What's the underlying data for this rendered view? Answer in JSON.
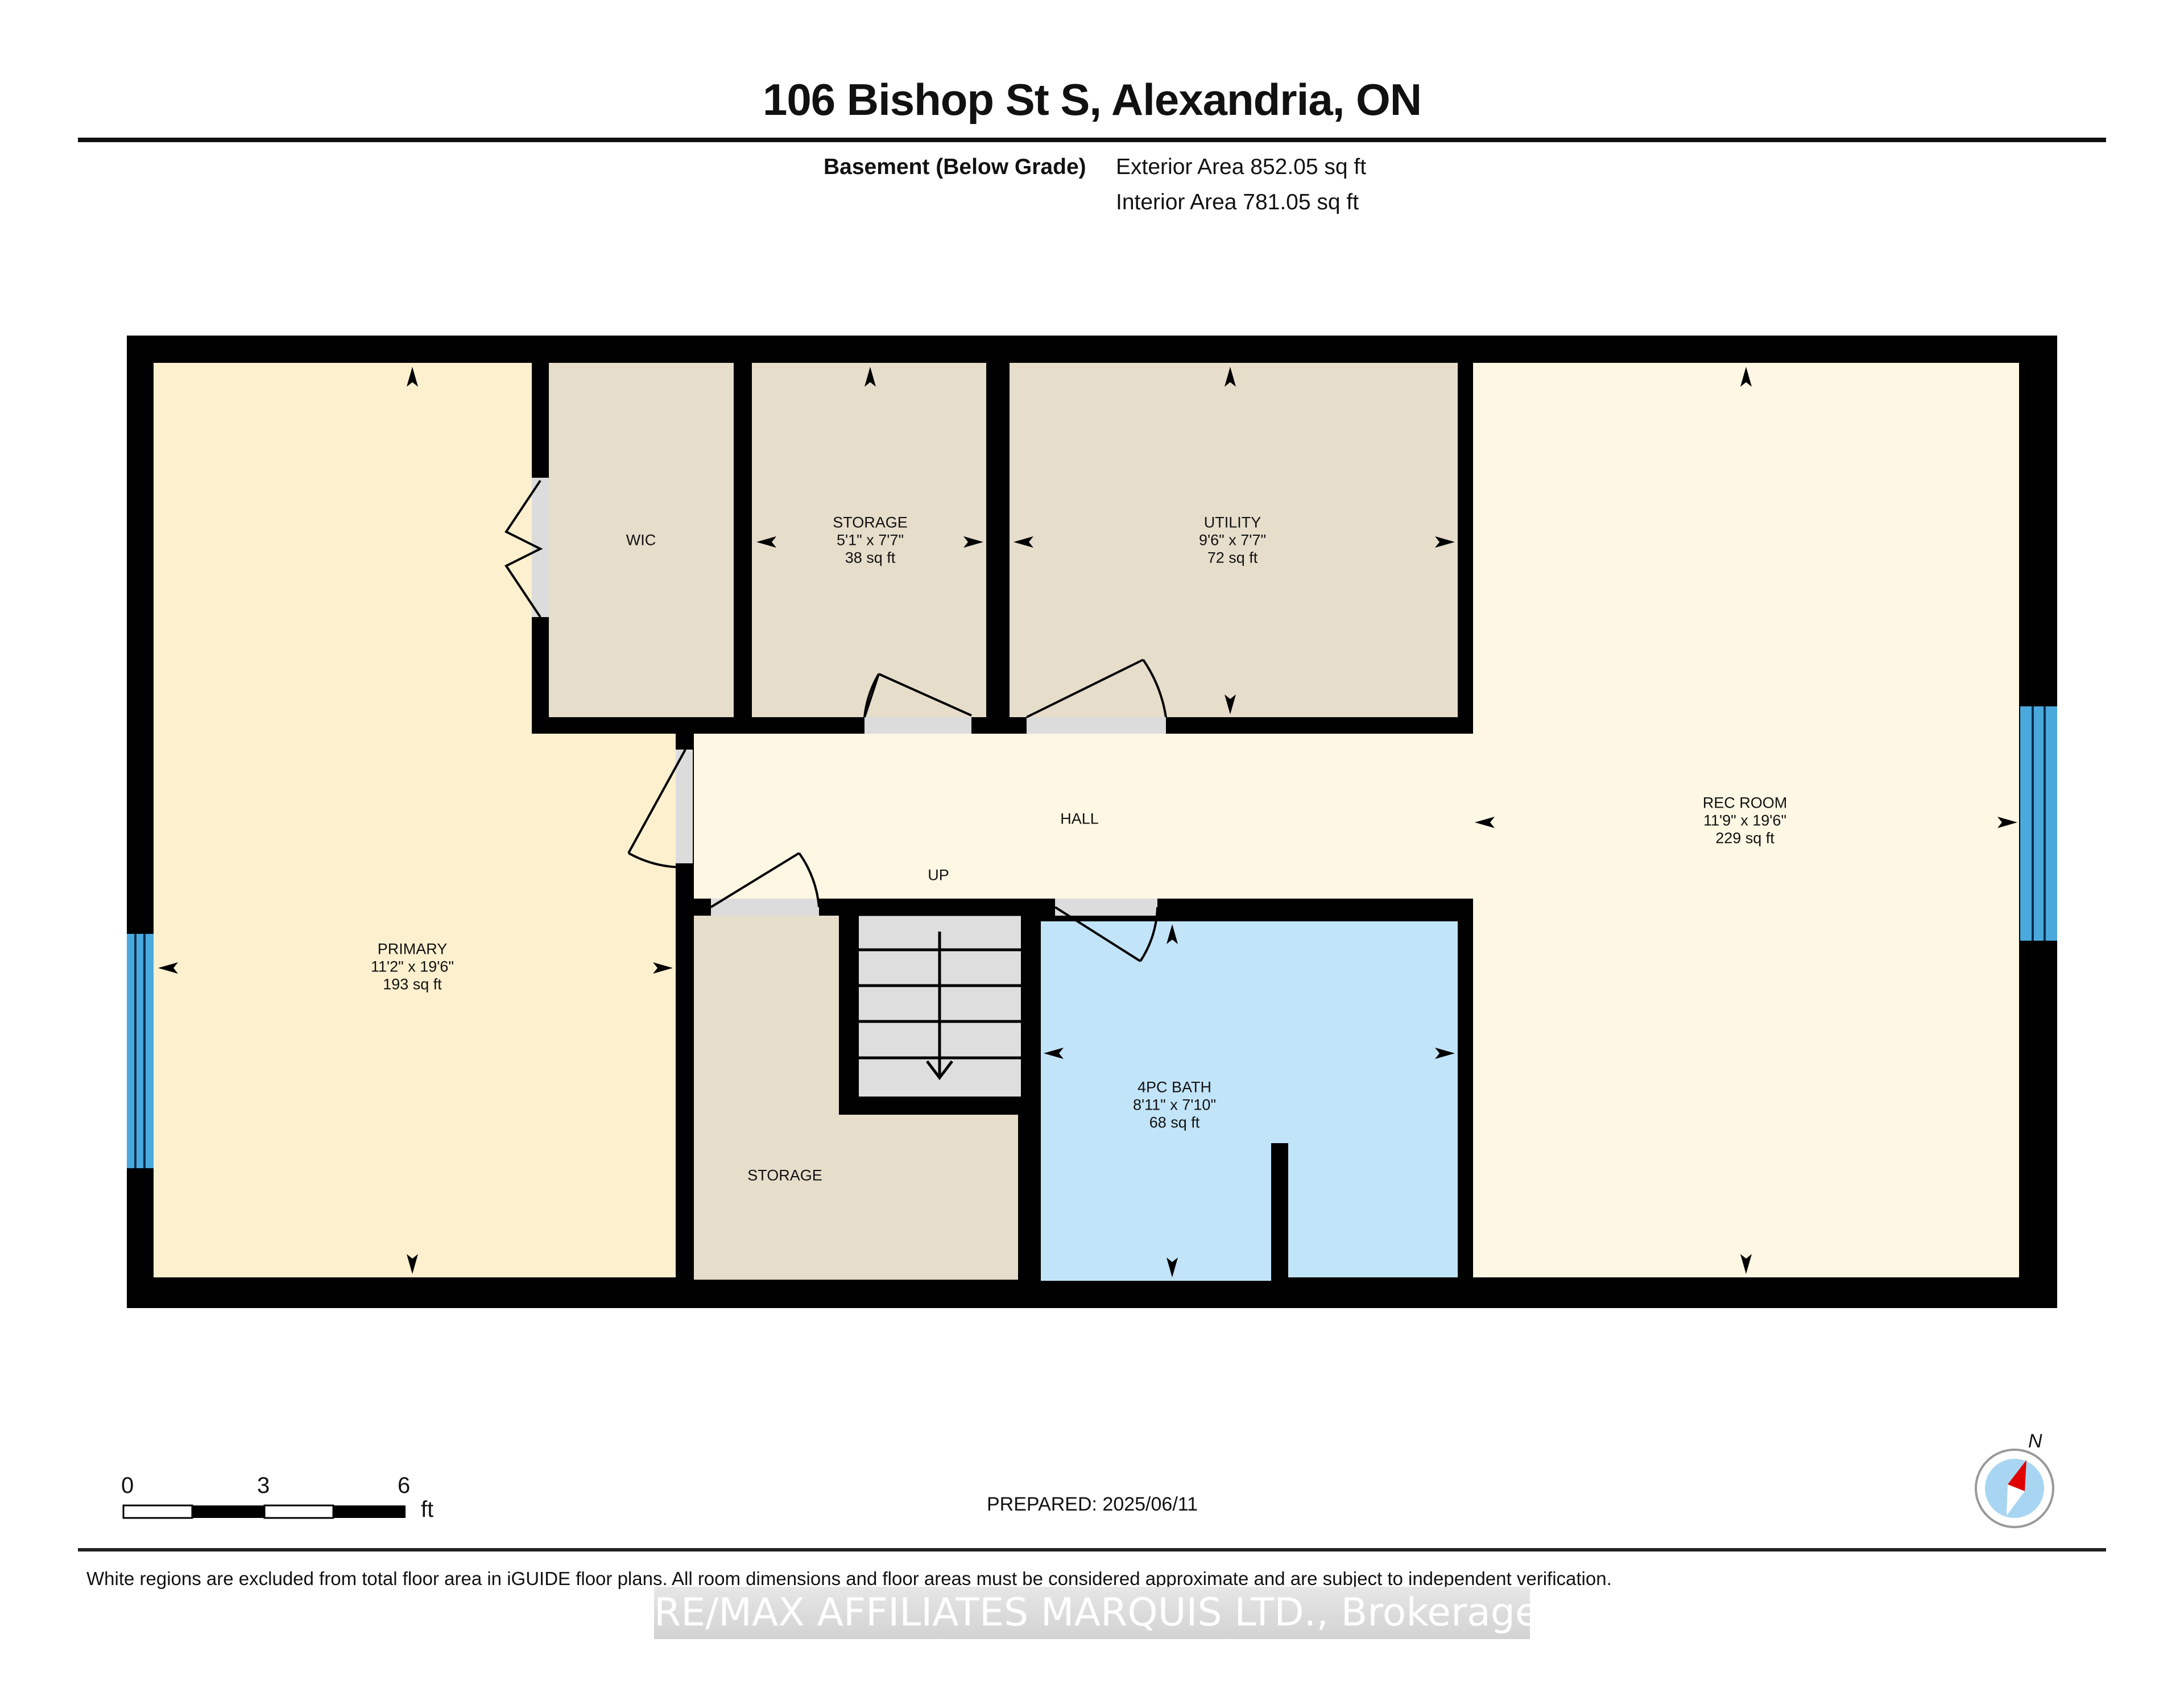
{
  "header": {
    "title": "106 Bishop St S, Alexandria, ON",
    "floor_label": "Basement (Below Grade)",
    "exterior_area": "Exterior Area 852.05 sq ft",
    "interior_area": "Interior Area 781.05 sq ft"
  },
  "colors": {
    "wall": "#000000",
    "primary_fill": "#fcf0cf",
    "closet_fill": "#e6ddcb",
    "hall_fill": "#fdf7e3",
    "bath_fill": "#c2e4f8",
    "door_opening": "#dcdcdc",
    "window": "#4aa9dc",
    "compass_north": "#e00000",
    "compass_face": "#a8d6f2"
  },
  "rooms": [
    {
      "id": "primary",
      "name": "PRIMARY",
      "dims": "11'2\" x 19'6\"",
      "area": "193 sq ft"
    },
    {
      "id": "wic",
      "name": "WIC",
      "dims": "",
      "area": ""
    },
    {
      "id": "storage-top",
      "name": "STORAGE",
      "dims": "5'1\" x 7'7\"",
      "area": "38 sq ft"
    },
    {
      "id": "utility",
      "name": "UTILITY",
      "dims": "9'6\" x 7'7\"",
      "area": "72 sq ft"
    },
    {
      "id": "rec-room",
      "name": "REC ROOM",
      "dims": "11'9\" x 19'6\"",
      "area": "229 sq ft"
    },
    {
      "id": "hall",
      "name": "HALL",
      "dims": "",
      "area": ""
    },
    {
      "id": "stairs",
      "name": "UP",
      "dims": "",
      "area": ""
    },
    {
      "id": "storage-bottom",
      "name": "STORAGE",
      "dims": "",
      "area": ""
    },
    {
      "id": "bath",
      "name": "4PC BATH",
      "dims": "8'11\" x 7'10\"",
      "area": "68 sq ft"
    }
  ],
  "scale_bar": {
    "ticks": [
      "0",
      "3",
      "6"
    ],
    "unit": "ft"
  },
  "footer": {
    "prepared": "PREPARED: 2025/06/11",
    "compass_label": "N",
    "disclaimer": "White regions are excluded from total floor area in iGUIDE floor plans. All room dimensions and floor areas must be considered approximate and are subject to independent verification.",
    "watermark": "RE/MAX AFFILIATES MARQUIS LTD., Brokerage"
  }
}
